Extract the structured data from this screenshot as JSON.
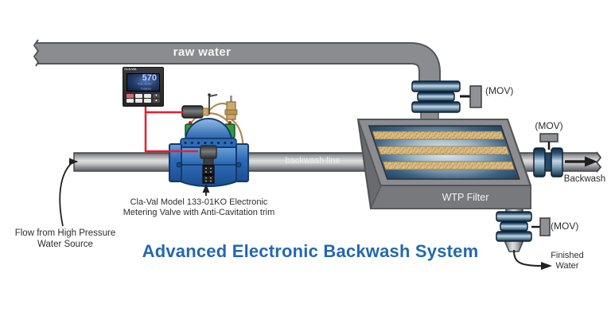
{
  "diagram_title": "Advanced Electronic Backwash System",
  "labels": {
    "raw_water": "raw water",
    "backwash_line": "backwash line",
    "wtp_filter": "WTP Filter",
    "mov_top": "(MOV)",
    "mov_right": "(MOV)",
    "mov_bottom": "(MOV)",
    "backwash_out": "Backwash",
    "finished_water_line1": "Finished",
    "finished_water_line2": "Water",
    "flow_source_line1": "Flow from High Pressure",
    "flow_source_line2": "Water Source",
    "valve_caption_line1": "Cla-Val Model 133-01KO Electronic",
    "valve_caption_line2": "Metering Valve with Anti-Cavitation trim"
  },
  "controller": {
    "brand": "CLA-VAL",
    "display_value": "570",
    "display_line2": "KGL 10.83",
    "display_line3": "Totalizer",
    "down_glyph": "▼",
    "up_glyph": "▲"
  },
  "colors": {
    "title_blue": "#2368b2",
    "valve_blue": "#2e6cb8",
    "pipe_gray": "#8a8c8f",
    "wire_red": "#e81c2e",
    "sand_tan": "#dabd84",
    "mov_steel_dark": "#10293f",
    "filter_gray": "#77797c"
  }
}
